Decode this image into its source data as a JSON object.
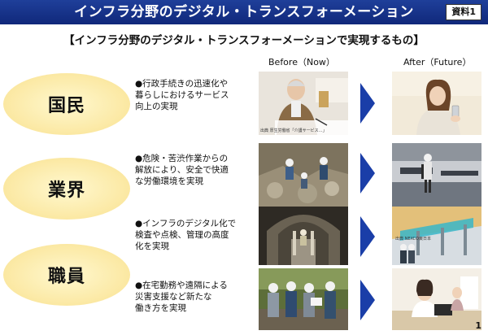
{
  "header": {
    "title": "インフラ分野のデジタル・トランスフォーメーション",
    "doc_label": "資料1"
  },
  "subtitle": "【インフラ分野のデジタル・トランスフォーメーションで実現するもの】",
  "columns": {
    "before": "Before（Now）",
    "after": "After（Future）"
  },
  "rows": [
    {
      "label": "国民",
      "desc_lines": [
        "●行政手続きの迅速化や",
        "暮らしにおけるサービス",
        "向上の実現"
      ],
      "before_photo": "elderly-person-writing",
      "after_photo": "woman-using-smartphone",
      "before_caption": "出典 厚生労働省「介護サービス…」"
    },
    {
      "label": "業界",
      "desc_lines": [
        "●危険・苦渋作業からの",
        "解放により、安全で快適",
        "な労働環境を実現"
      ],
      "before_photo": "construction-workers-rocks",
      "after_photo": "worker-exoskeleton-factory",
      "before_caption": ""
    },
    {
      "label": "職員",
      "desc_lines": [
        "●インフラのデジタル化で",
        "検査や点検、管理の高度",
        "化を実現"
      ],
      "before_photo": "tunnel-inspection",
      "after_photo": "bridge-3d-model",
      "before_caption": "",
      "after_caption": "出典 NEXCO東日本"
    },
    {
      "label": "",
      "desc_lines": [
        "●在宅勤務や遠隔による",
        "災害支援など新たな",
        "働き方を実現"
      ],
      "before_photo": "field-survey-team",
      "after_photo": "remote-work-home",
      "before_caption": ""
    }
  ],
  "page_number": "1",
  "colors": {
    "title_bg": "#1a3590",
    "arrow": "#1a3ea8",
    "oval": "#fbe8a2"
  }
}
